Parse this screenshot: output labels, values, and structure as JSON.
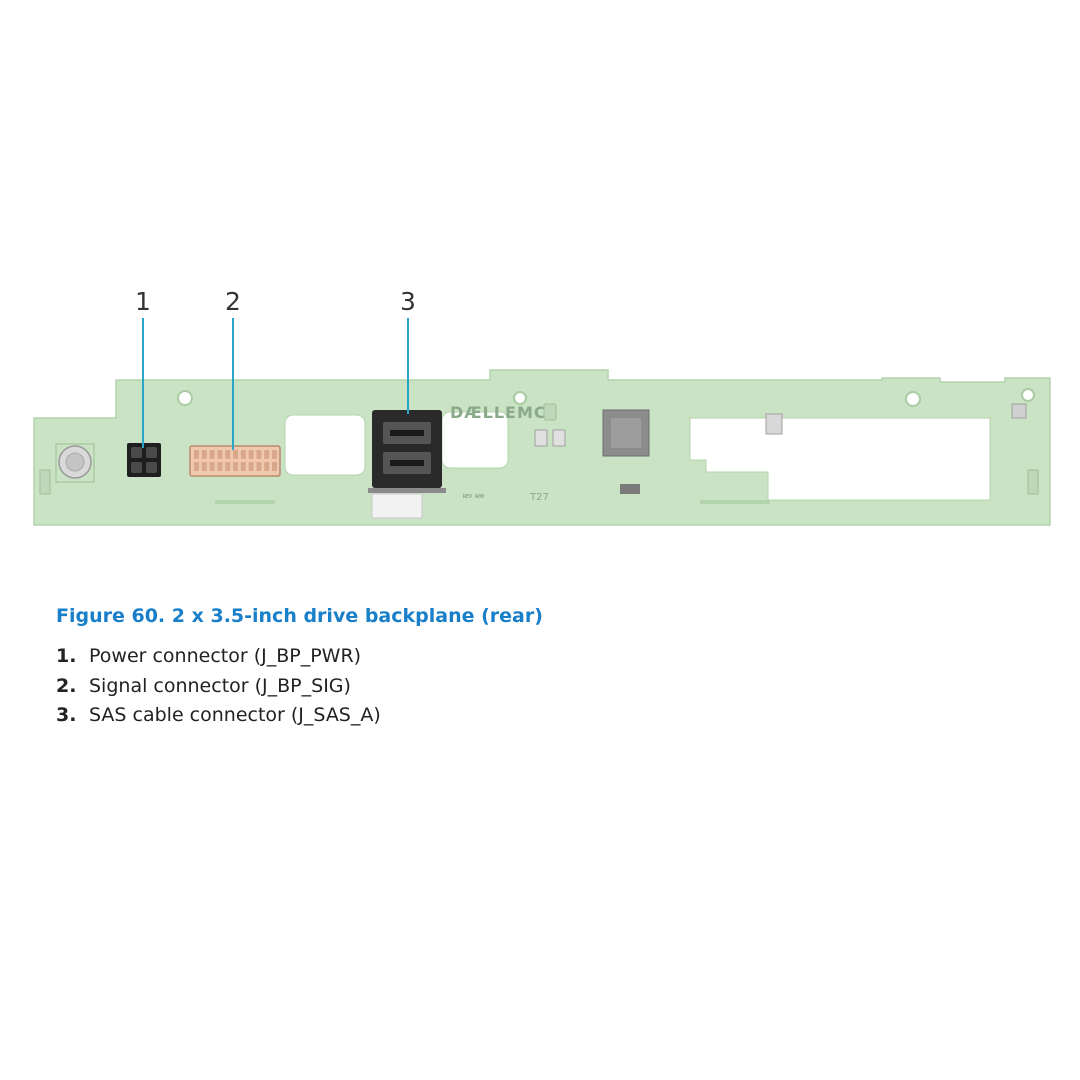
{
  "figure": {
    "caption": "Figure 60. 2 x 3.5-inch drive backplane (rear)",
    "callouts": [
      "1",
      "2",
      "3"
    ],
    "board_logo": "DÆLLEMC",
    "board_marks": {
      "sas_label": "T27",
      "chip_text": "REV A00"
    },
    "colors": {
      "board": "#c9e3c4",
      "board_edge": "#b3d4ad",
      "leader_line": "#2aa6c8",
      "caption": "#1a7fc9"
    }
  },
  "legend": [
    {
      "num": "1.",
      "label": "Power connector (J_BP_PWR)"
    },
    {
      "num": "2.",
      "label": "Signal connector (J_BP_SIG)"
    },
    {
      "num": "3.",
      "label": "SAS cable connector (J_SAS_A)"
    }
  ]
}
